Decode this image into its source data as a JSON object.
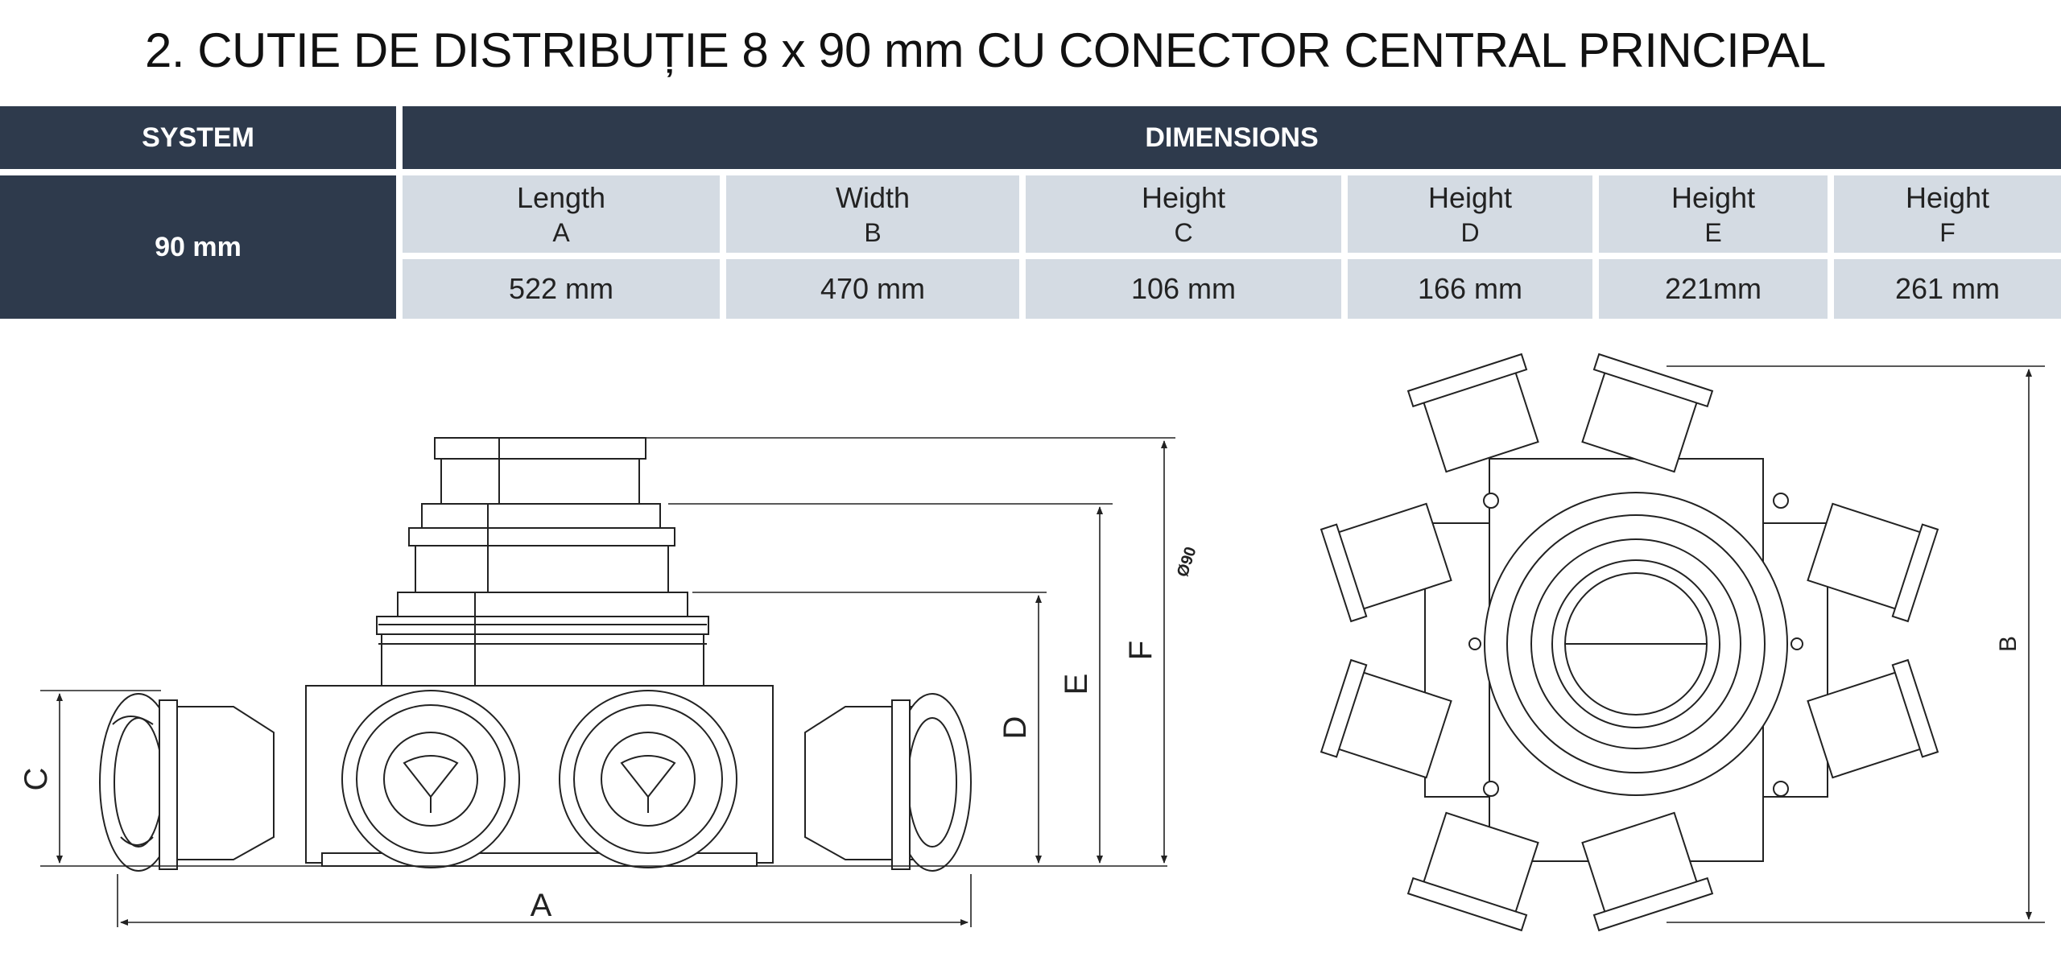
{
  "title": "2. CUTIE DE DISTRIBUȚIE 8 x 90 mm CU CONECTOR CENTRAL PRINCIPAL",
  "table": {
    "system_header": "SYSTEM",
    "dimensions_header": "DIMENSIONS",
    "system_value": "90 mm",
    "columns": [
      {
        "label": "Length",
        "letter": "A",
        "value": "522 mm"
      },
      {
        "label": "Width",
        "letter": "B",
        "value": "470 mm"
      },
      {
        "label": "Height",
        "letter": "C",
        "value": "106 mm"
      },
      {
        "label": "Height",
        "letter": "D",
        "value": "166 mm"
      },
      {
        "label": "Height",
        "letter": "E",
        "value": "221mm"
      },
      {
        "label": "Height",
        "letter": "F",
        "value": "261 mm"
      }
    ],
    "colors": {
      "header_dark": "#2e3a4c",
      "cell_light": "#d4dbe3"
    }
  },
  "drawing": {
    "side_labels": [
      "C",
      "D",
      "E",
      "F",
      "A"
    ],
    "top_labels": [
      "B"
    ],
    "port_marking": "Ø90"
  }
}
